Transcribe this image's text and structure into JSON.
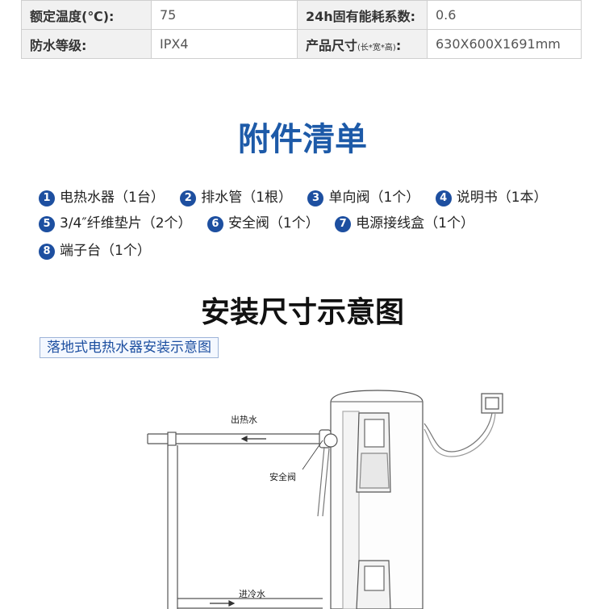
{
  "specs": [
    {
      "label1": "额定温度(℃):",
      "value1": "75",
      "label2": "24h固有能耗系数:",
      "value2": "0.6"
    },
    {
      "label1": "防水等级:",
      "value1": "IPX4",
      "label2": "产品尺寸",
      "label2_small": "(长*宽*高)",
      "label2_colon": ":",
      "value2": "630X600X1691mm"
    }
  ],
  "accessories": {
    "title": "附件清单",
    "items": [
      {
        "num": "1",
        "text": "电热水器（1台）"
      },
      {
        "num": "2",
        "text": "排水管（1根）"
      },
      {
        "num": "3",
        "text": "单向阀（1个）"
      },
      {
        "num": "4",
        "text": "说明书（1本）"
      },
      {
        "num": "5",
        "text": "3/4″纤维垫片（2个）"
      },
      {
        "num": "6",
        "text": "安全阀（1个）"
      },
      {
        "num": "7",
        "text": "电源接线盒（1个）"
      },
      {
        "num": "8",
        "text": "端子台（1个）"
      }
    ]
  },
  "install": {
    "title": "安装尺寸示意图",
    "subtitle": "落地式电热水器安装示意图",
    "labels": {
      "hot_out": "出热水",
      "safety_valve": "安全阀",
      "cold_in": "进冷水"
    }
  },
  "colors": {
    "accent_blue": "#1d4fa0",
    "title_blue": "#1d5aa8"
  }
}
